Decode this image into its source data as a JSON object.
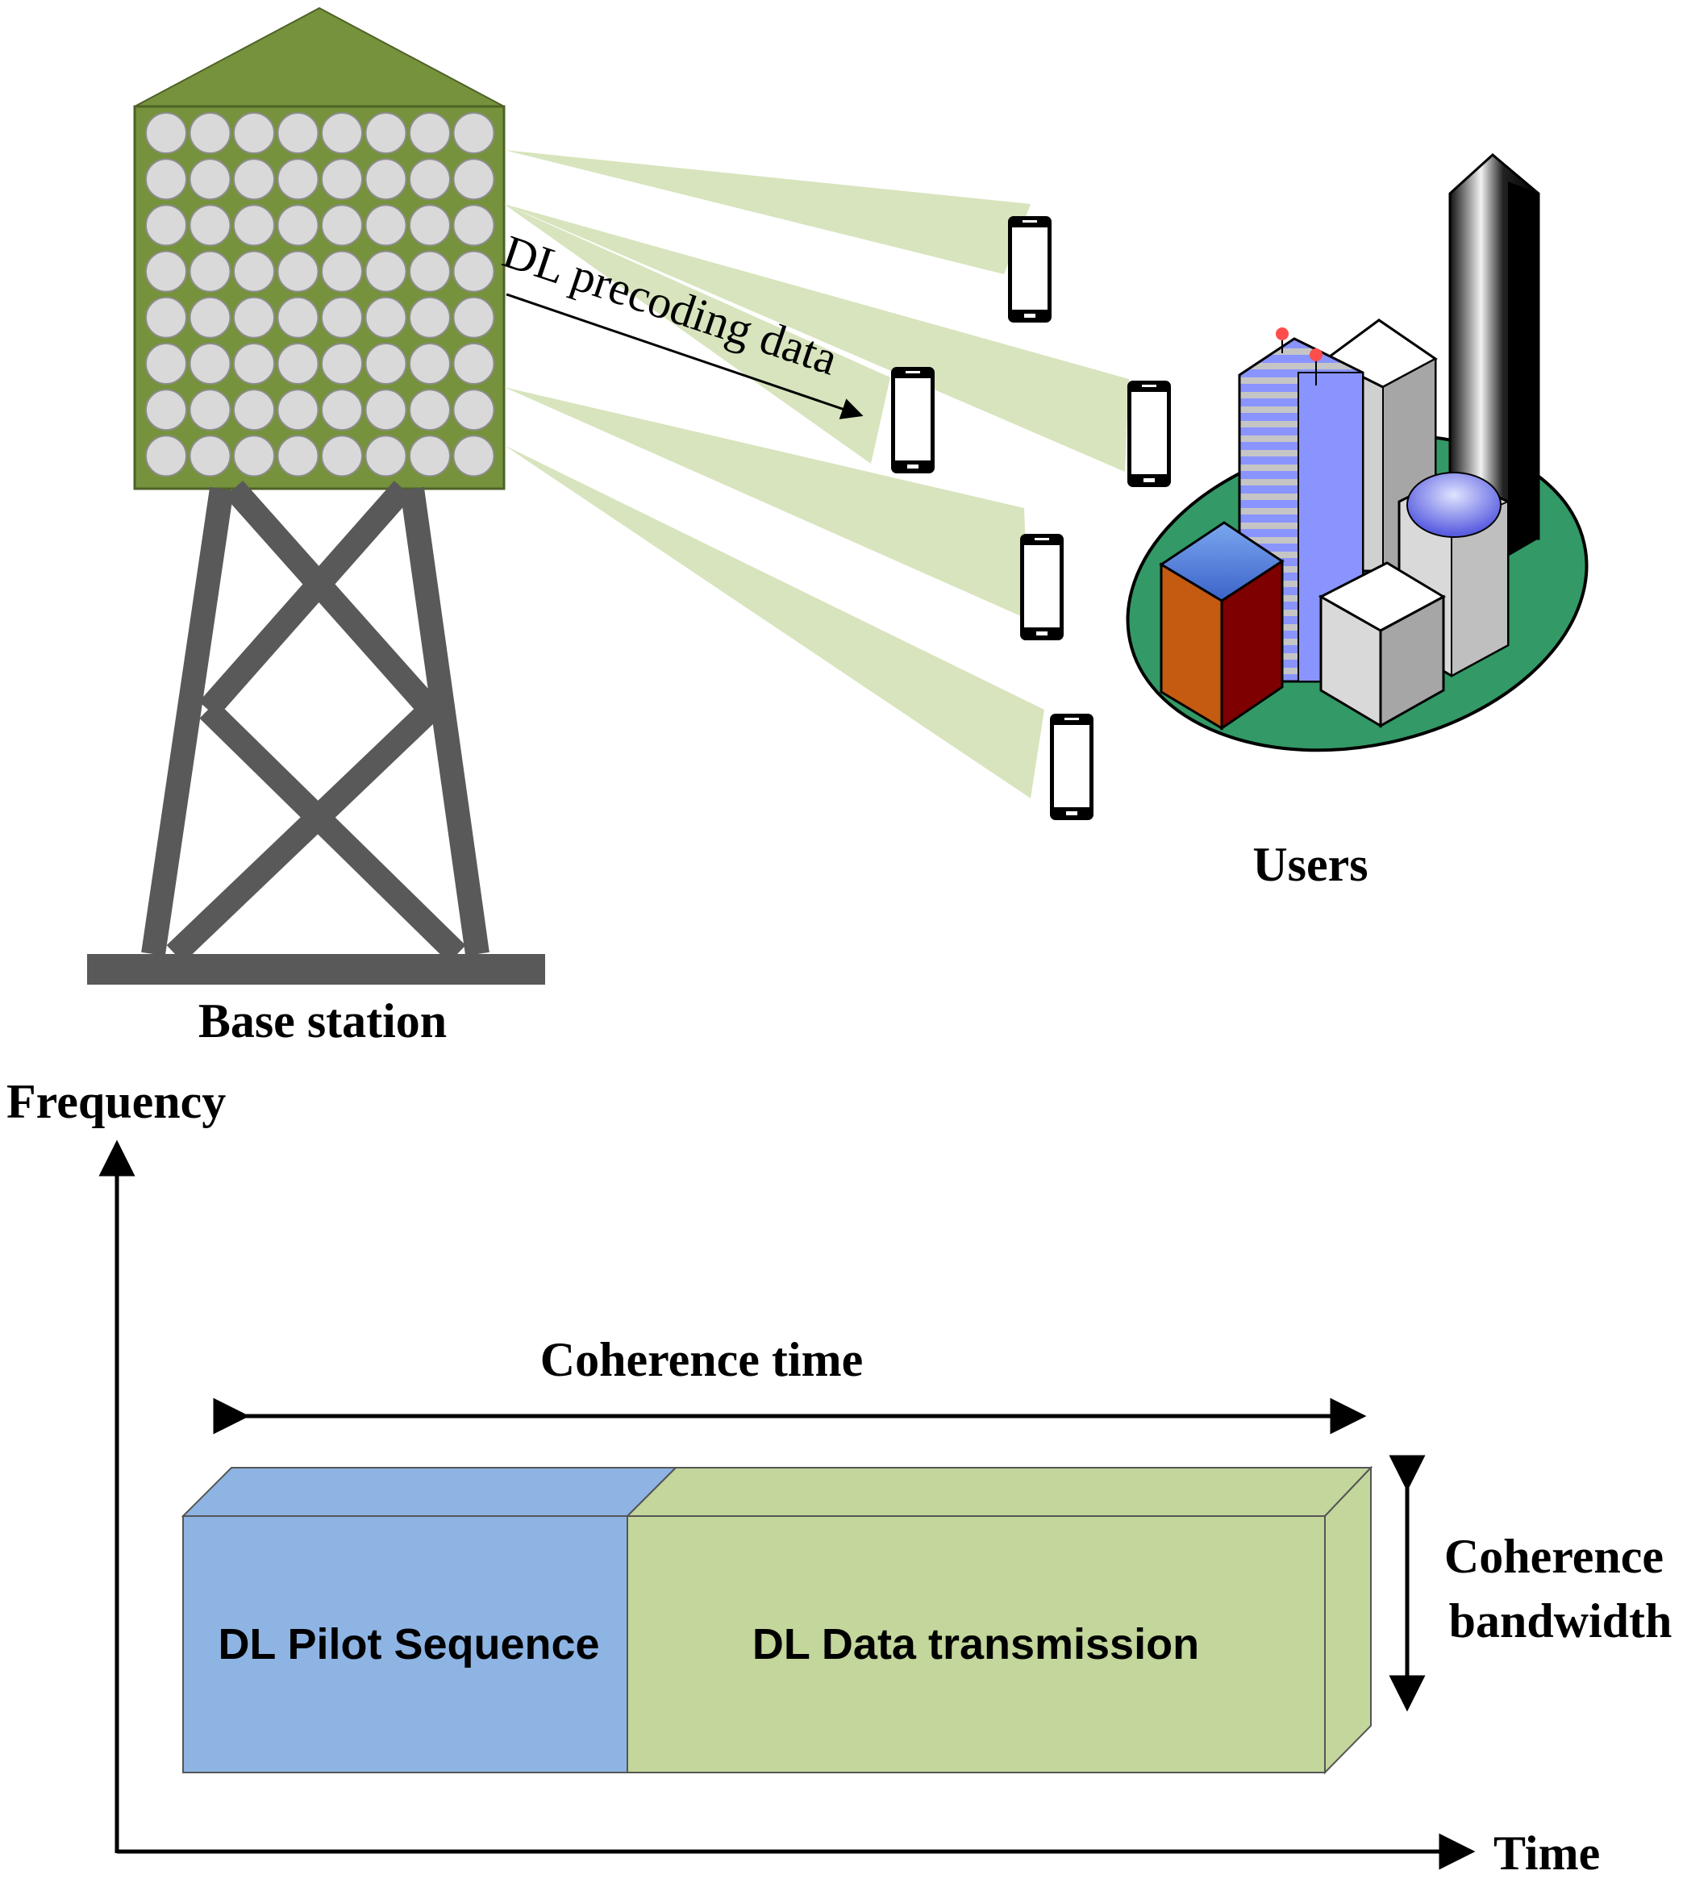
{
  "labels": {
    "base_station": "Base station",
    "users": "Users",
    "dl_precoding": "DL precoding data",
    "frequency": "Frequency",
    "time": "Time",
    "coherence_time": "Coherence time",
    "coherence_bandwidth_line1": "Coherence",
    "coherence_bandwidth_line2": "bandwidth",
    "pilot_block": "DL Pilot Sequence",
    "data_block": "DL Data transmission"
  },
  "antenna_array": {
    "rows": 8,
    "cols": 8
  },
  "colors": {
    "tower_green": "#76923c",
    "antenna_element": "#d9d9d9",
    "tower_frame": "#595959",
    "beam": "#d7e4bd",
    "island": "#339966",
    "pilot": "#8eb4e3",
    "data": "#c3d69b"
  }
}
